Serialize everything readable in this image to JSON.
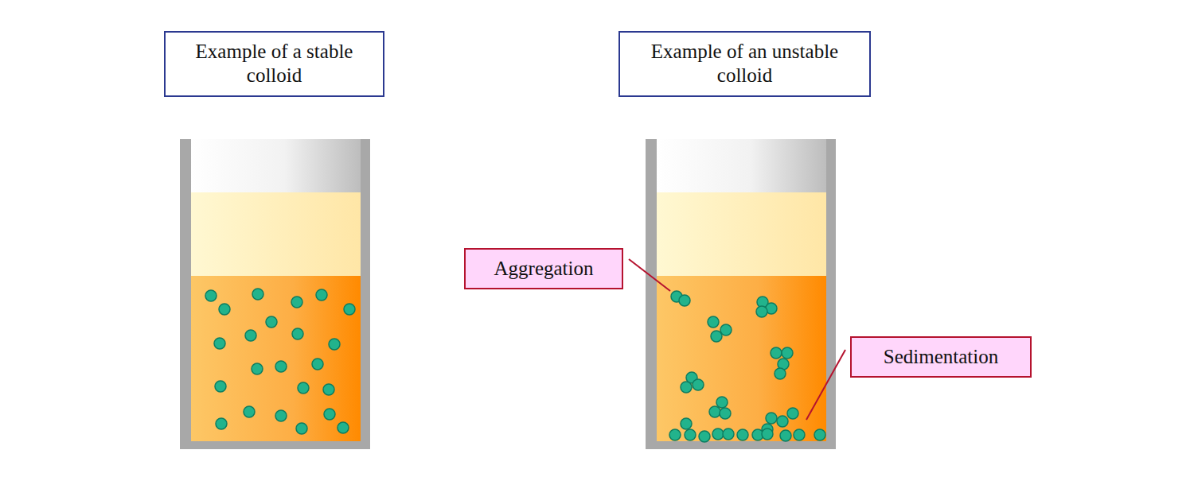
{
  "diagram": {
    "nodes": [
      {
        "text": [
          "Example of a stable colloid"
        ]
      },
      {
        "text": [
          "Example of an unstable colloid"
        ]
      },
      {
        "text": [
          "Aggregation"
        ]
      },
      {
        "text": [
          "Sedimentation"
        ]
      }
    ]
  }
}
